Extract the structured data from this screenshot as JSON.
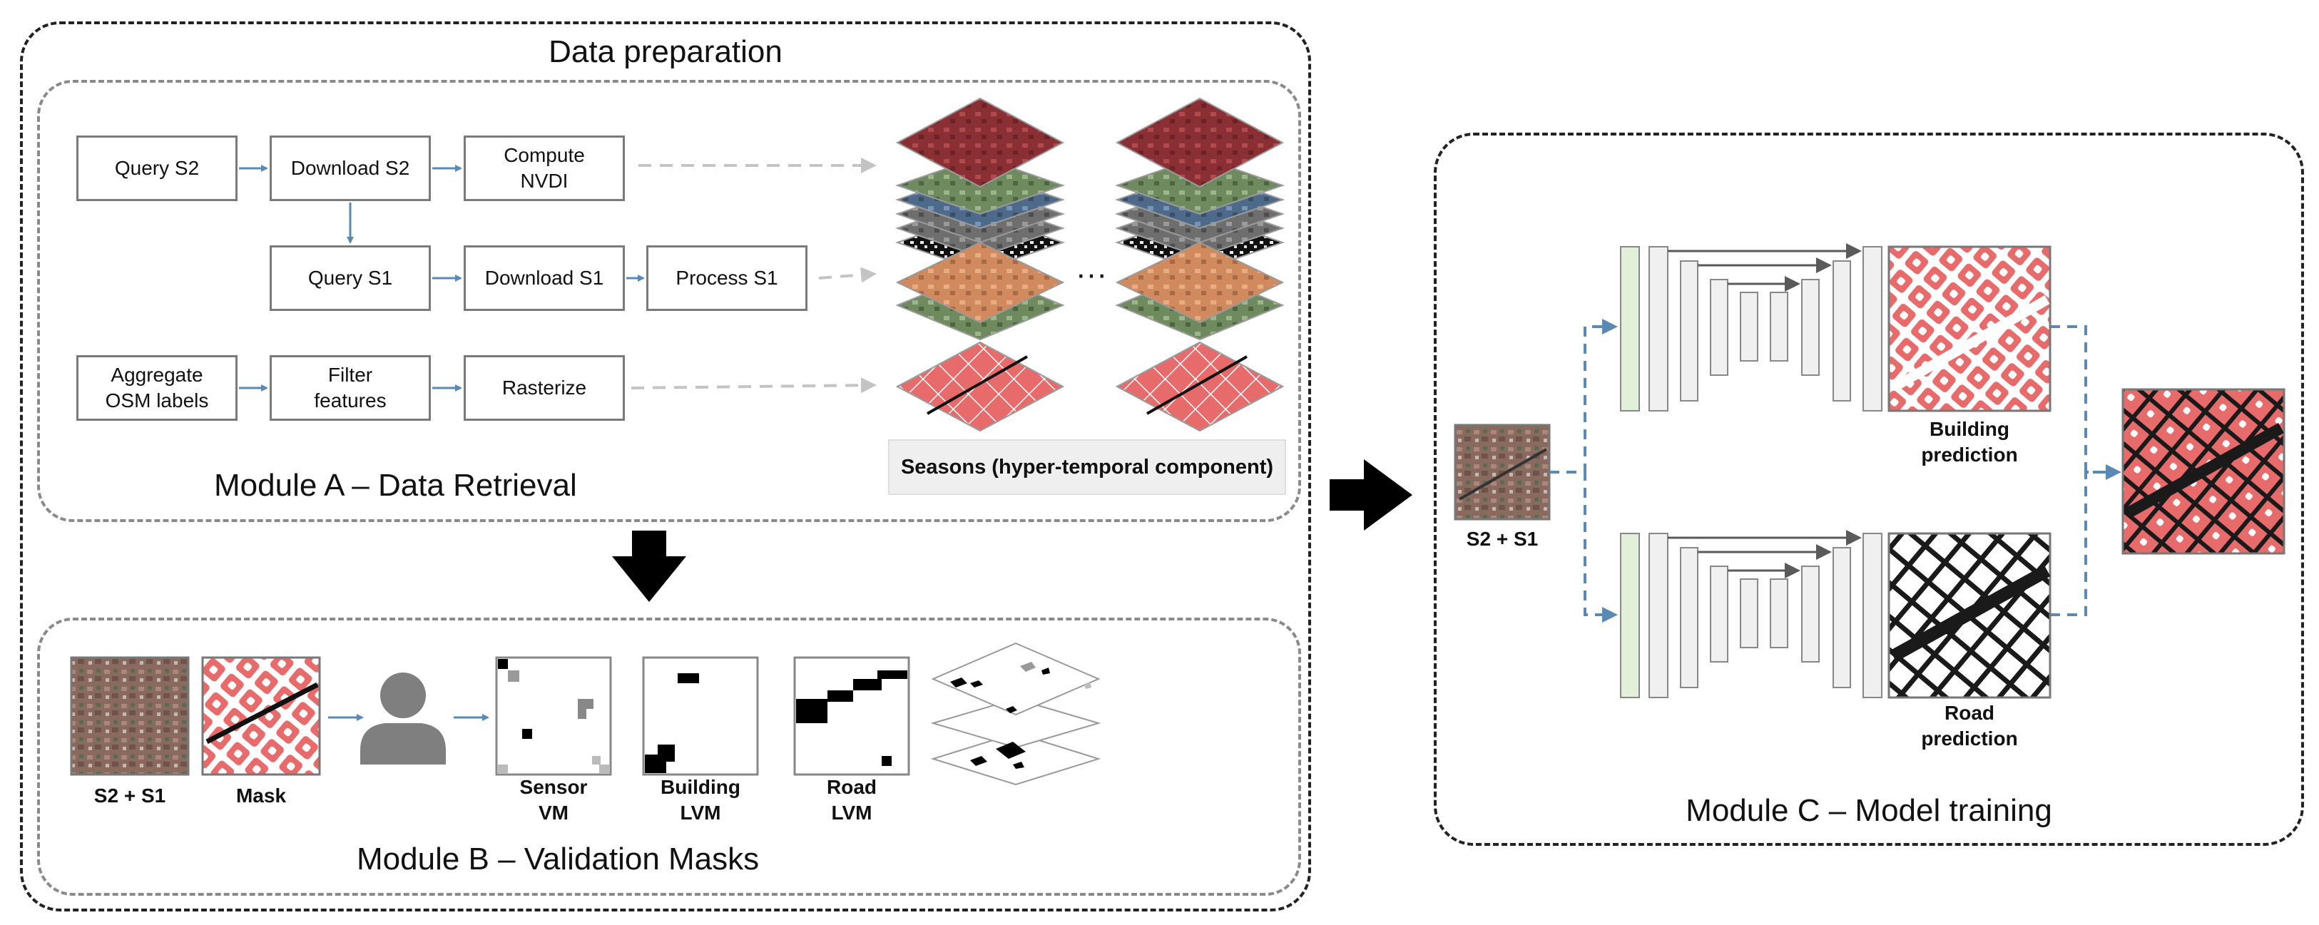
{
  "colors": {
    "flow_arrow": "#5a8ab3",
    "dashed_connector": "#b5b5b5",
    "building_red": "#e86b6b",
    "encoder_green": "#e2f0d9",
    "layer_grey": "#f0f0f0"
  },
  "data_preparation": {
    "title": "Data preparation",
    "module_a": {
      "title": "Module A – Data Retrieval",
      "steps": {
        "query_s2": "Query S2",
        "download_s2": "Download S2",
        "compute_nvdi": "Compute\nNVDI",
        "query_s1": "Query S1",
        "download_s1": "Download S1",
        "process_s1": "Process S1",
        "aggregate_osm": "Aggregate\nOSM labels",
        "filter_features": "Filter\nfeatures",
        "rasterize": "Rasterize"
      },
      "ellipsis": "···",
      "seasons_label": "Seasons (hyper-temporal component)"
    },
    "module_b": {
      "title": "Module B – Validation Masks",
      "items": {
        "s2s1": "S2 + S1",
        "mask": "Mask",
        "sensor_vm": "Sensor\nVM",
        "building_lvm": "Building\nLVM",
        "road_lvm": "Road\nLVM"
      }
    }
  },
  "module_c": {
    "title": "Module C – Model training",
    "input_label": "S2 + S1",
    "building_prediction": "Building\nprediction",
    "road_prediction": "Road\nprediction"
  }
}
